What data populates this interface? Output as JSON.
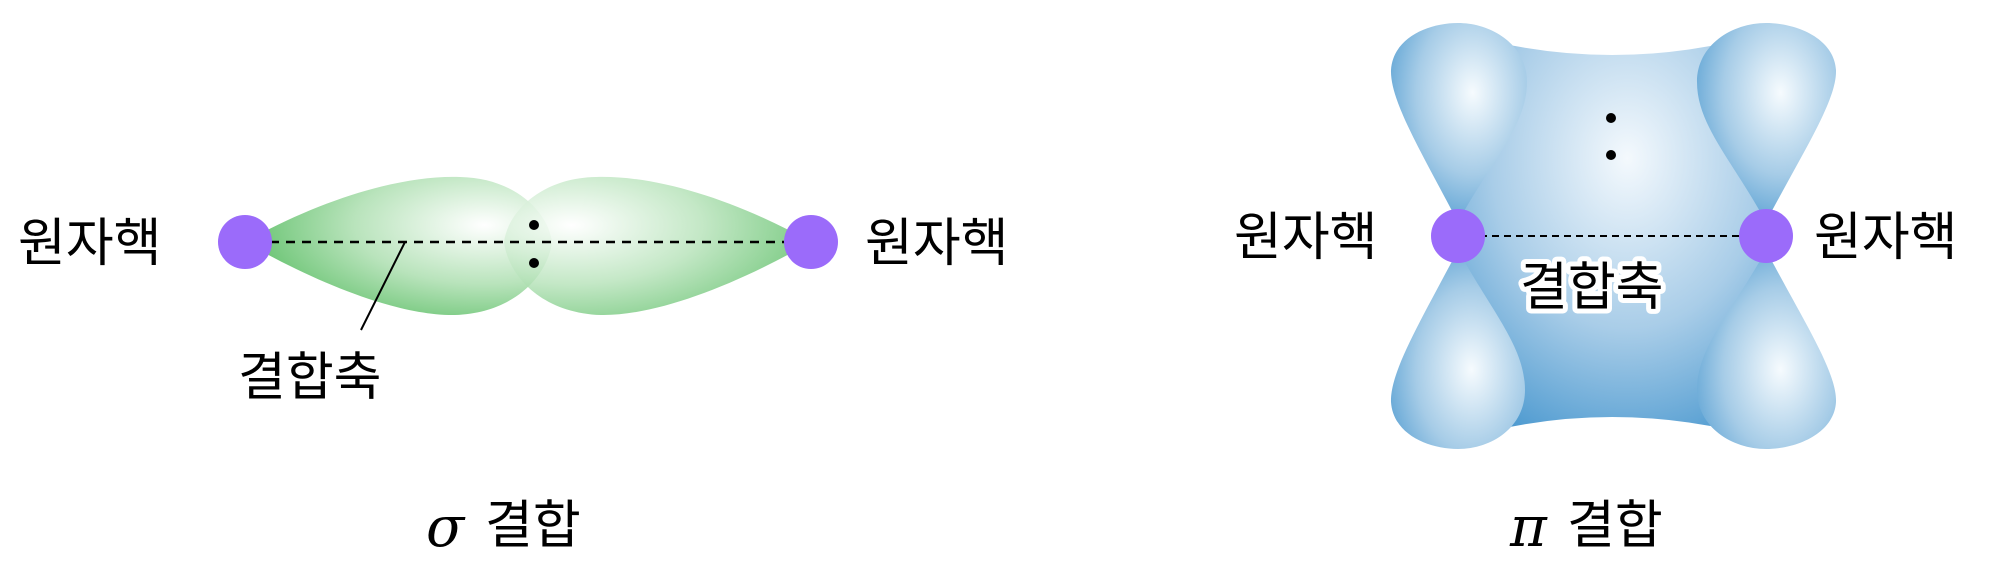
{
  "sigma": {
    "left_nucleus_label": "원자핵",
    "right_nucleus_label": "원자핵",
    "axis_label": "결합축",
    "title_symbol": "σ",
    "title_text": "결합",
    "orbital_color": "#5cbf64",
    "nucleus_color": "#9b6bfa"
  },
  "pi": {
    "left_nucleus_label": "원자핵",
    "right_nucleus_label": "원자핵",
    "axis_label": "결합축",
    "title_symbol": "π",
    "title_text": "결합",
    "orbital_color": "#4a98cf",
    "nucleus_color": "#9b6bfa"
  }
}
